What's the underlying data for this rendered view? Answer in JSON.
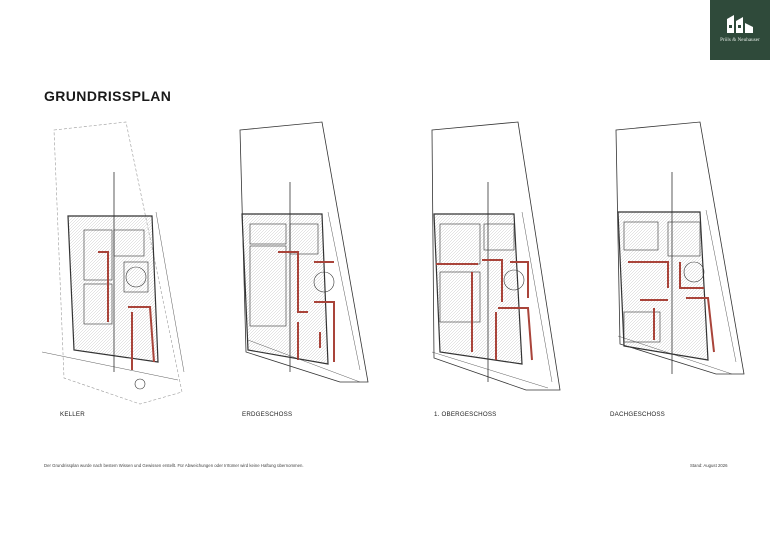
{
  "logo": {
    "icon": "house-logo-icon",
    "text": "Pröls & Neuhauser",
    "background": "#2f4a3a"
  },
  "page_title": "GRUNDRISSPLAN",
  "plans": [
    {
      "label": "KELLER"
    },
    {
      "label": "ERDGESCHOSS"
    },
    {
      "label": "1. OBERGESCHOSS"
    },
    {
      "label": "DACHGESCHOSS"
    }
  ],
  "footer": {
    "note": "Der Grundrissplan wurde nach bestem Wissen und Gewissen erstellt. Für Abweichungen oder Irrtümer wird keine Haftung übernommen.",
    "date": "Stand: August 2026"
  },
  "colors": {
    "wall_accent": "#a9443a",
    "line": "#333333",
    "faint_line": "#9a9a9a"
  }
}
